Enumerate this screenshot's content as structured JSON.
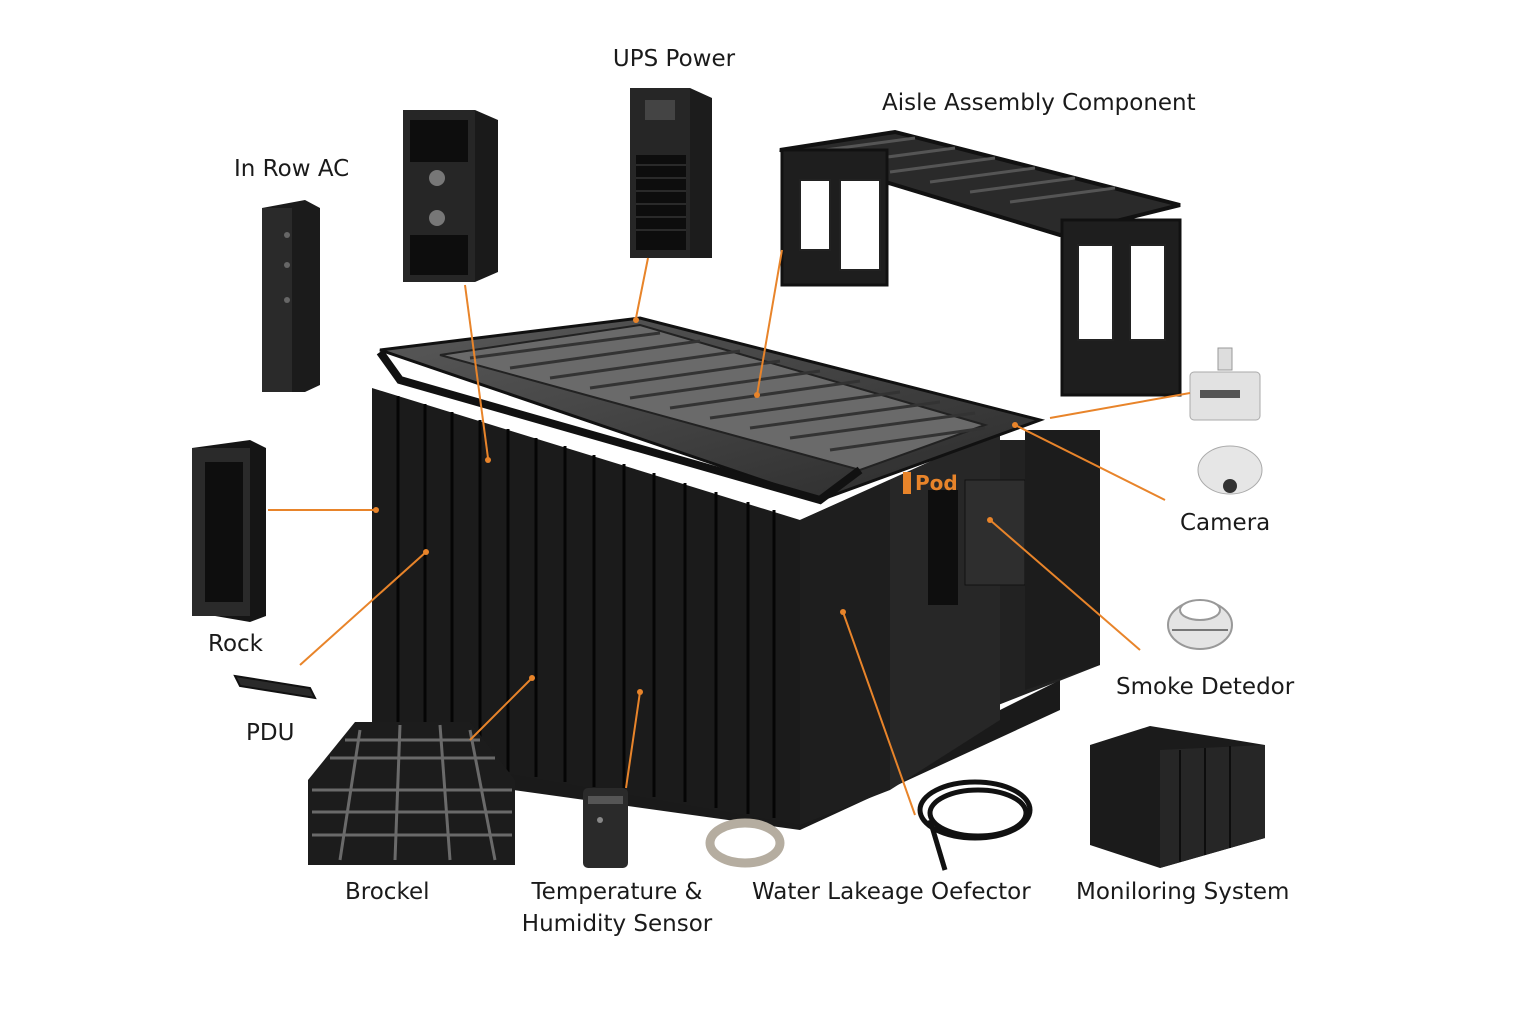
{
  "brand": {
    "logo_text": "Pod",
    "accent_color": "#e8842a"
  },
  "components": {
    "ups_power": "UPS Power",
    "aisle_assembly": "Aisle Assembly Component",
    "in_row_ac": "In Row AC",
    "camera": "Camera",
    "rock": "Rock",
    "smoke_detector": "Smoke Detedor",
    "pdu": "PDU",
    "brockel": "Brockel",
    "temp_sensor_line1": "Temperature &",
    "temp_sensor_line2": "Humidity Sensor",
    "water_leakage": "Water Lakeage Oefector",
    "monitoring_system": "Moniloring System"
  },
  "icons": [
    "ups-cabinet",
    "in-row-ac-unit",
    "aisle-frame",
    "rack",
    "pdu-strip",
    "bracket",
    "sensor",
    "cable-coil",
    "dome-camera",
    "smoke-detector",
    "monitoring-cabinet"
  ]
}
